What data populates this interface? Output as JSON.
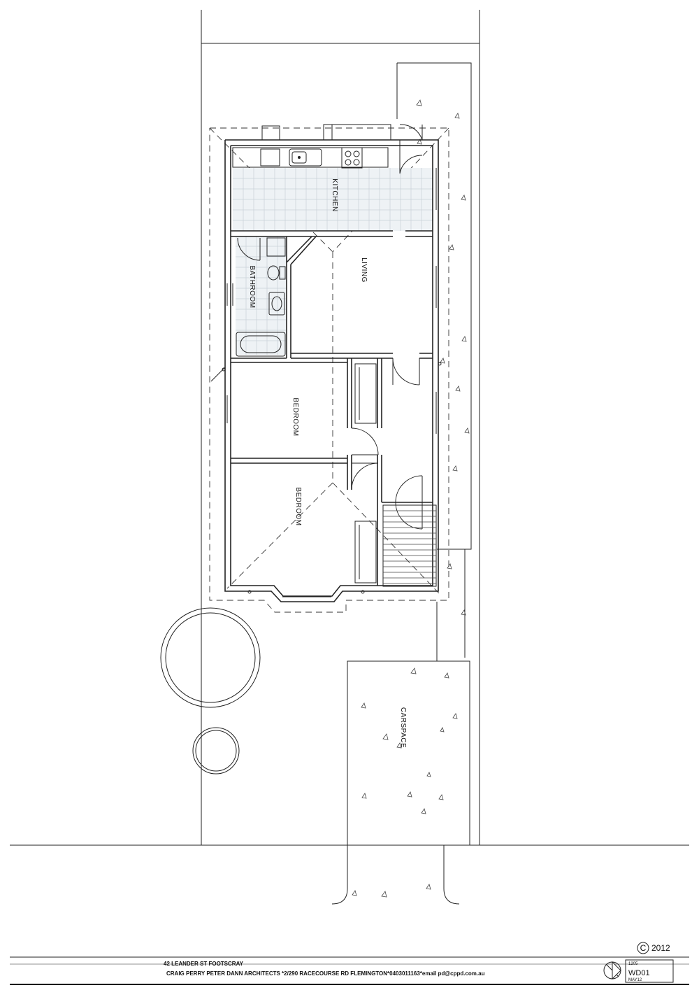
{
  "rooms": {
    "kitchen": "KITCHEN",
    "living": "LIVING",
    "bathroom": "BATHROOM",
    "bedroom_1": "BEDROOM",
    "bedroom_2": "BEDROOM",
    "carspace": "CARSPACE"
  },
  "copyright": {
    "symbol": "C",
    "year": "2012"
  },
  "title_block": {
    "address": "42 LEANDER ST FOOTSCRAY",
    "architects": "CRAIG PERRY PETER DANN ARCHITECTS *2/290 RACECOURSE RD FLEMINGTON*0403011163*email pd@cppd.com.au",
    "job_number": "1205",
    "drawing_number": "WD01",
    "date": "MAY12"
  }
}
